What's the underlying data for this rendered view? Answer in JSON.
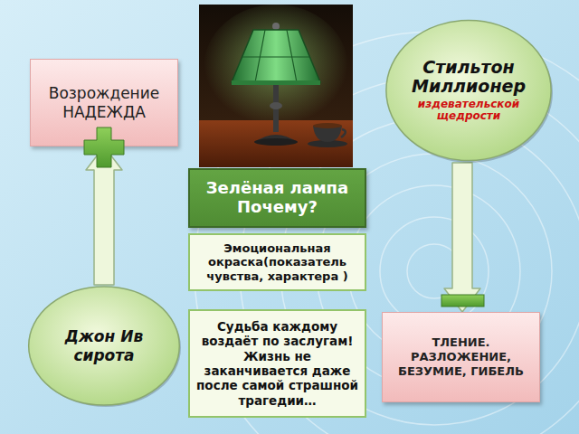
{
  "diagram": {
    "nodes": [
      {
        "text": [
          "Возрождение НАДЕЖДА"
        ]
      },
      {
        "text": [
          "Стильтон Миллионер",
          "издевательской щедрости"
        ]
      },
      {
        "text": [
          "Зелёная лампа Почему?"
        ]
      },
      {
        "text": [
          "Эмоциональная окраска(показатель чувства, характера )"
        ]
      },
      {
        "text": [
          "Джон Ив сирота"
        ]
      },
      {
        "text": [
          "Судьба каждому воздаёт по заслугам!",
          "Жизнь не заканчивается даже после самой страшной трагедии…"
        ]
      },
      {
        "text": [
          "ТЛЕНИЕ. РАЗЛОЖЕНИЕ, БЕЗУМИЕ, ГИБЕЛЬ"
        ]
      }
    ],
    "edges": [
      {
        "from": 4,
        "to": 0,
        "arrow": "to"
      },
      {
        "from": 1,
        "to": 6,
        "arrow": "to"
      }
    ]
  }
}
